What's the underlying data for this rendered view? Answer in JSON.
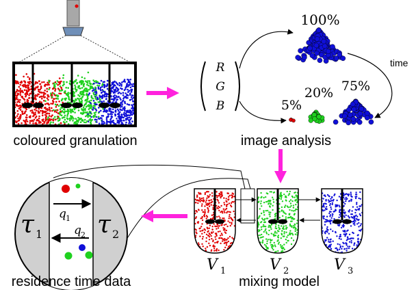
{
  "captions": {
    "granulation": "coloured granulation",
    "analysis": "image analysis",
    "mixing": "mixing model",
    "residence": "residence time data"
  },
  "analysis": {
    "channels": [
      "R",
      "G",
      "B"
    ],
    "pct_top": "100%",
    "pct_red": "5%",
    "pct_green": "20%",
    "pct_blue": "75%",
    "time_label": "time"
  },
  "mixing": {
    "vessels": [
      {
        "name": "V",
        "sub": "1",
        "color": "#e00000"
      },
      {
        "name": "V",
        "sub": "2",
        "color": "#1fd11f"
      },
      {
        "name": "V",
        "sub": "3",
        "color": "#1010d8"
      }
    ]
  },
  "residence": {
    "tau1": "τ",
    "tau1_sub": "1",
    "tau2": "τ",
    "tau2_sub": "2",
    "q1": "q",
    "q1_sub": "1",
    "q2": "q",
    "q2_sub": "2"
  },
  "colors": {
    "red": "#e00000",
    "green": "#1fd11f",
    "blue": "#1010d8",
    "magenta": "#ff22dd",
    "grey": "#d0d0d0"
  }
}
